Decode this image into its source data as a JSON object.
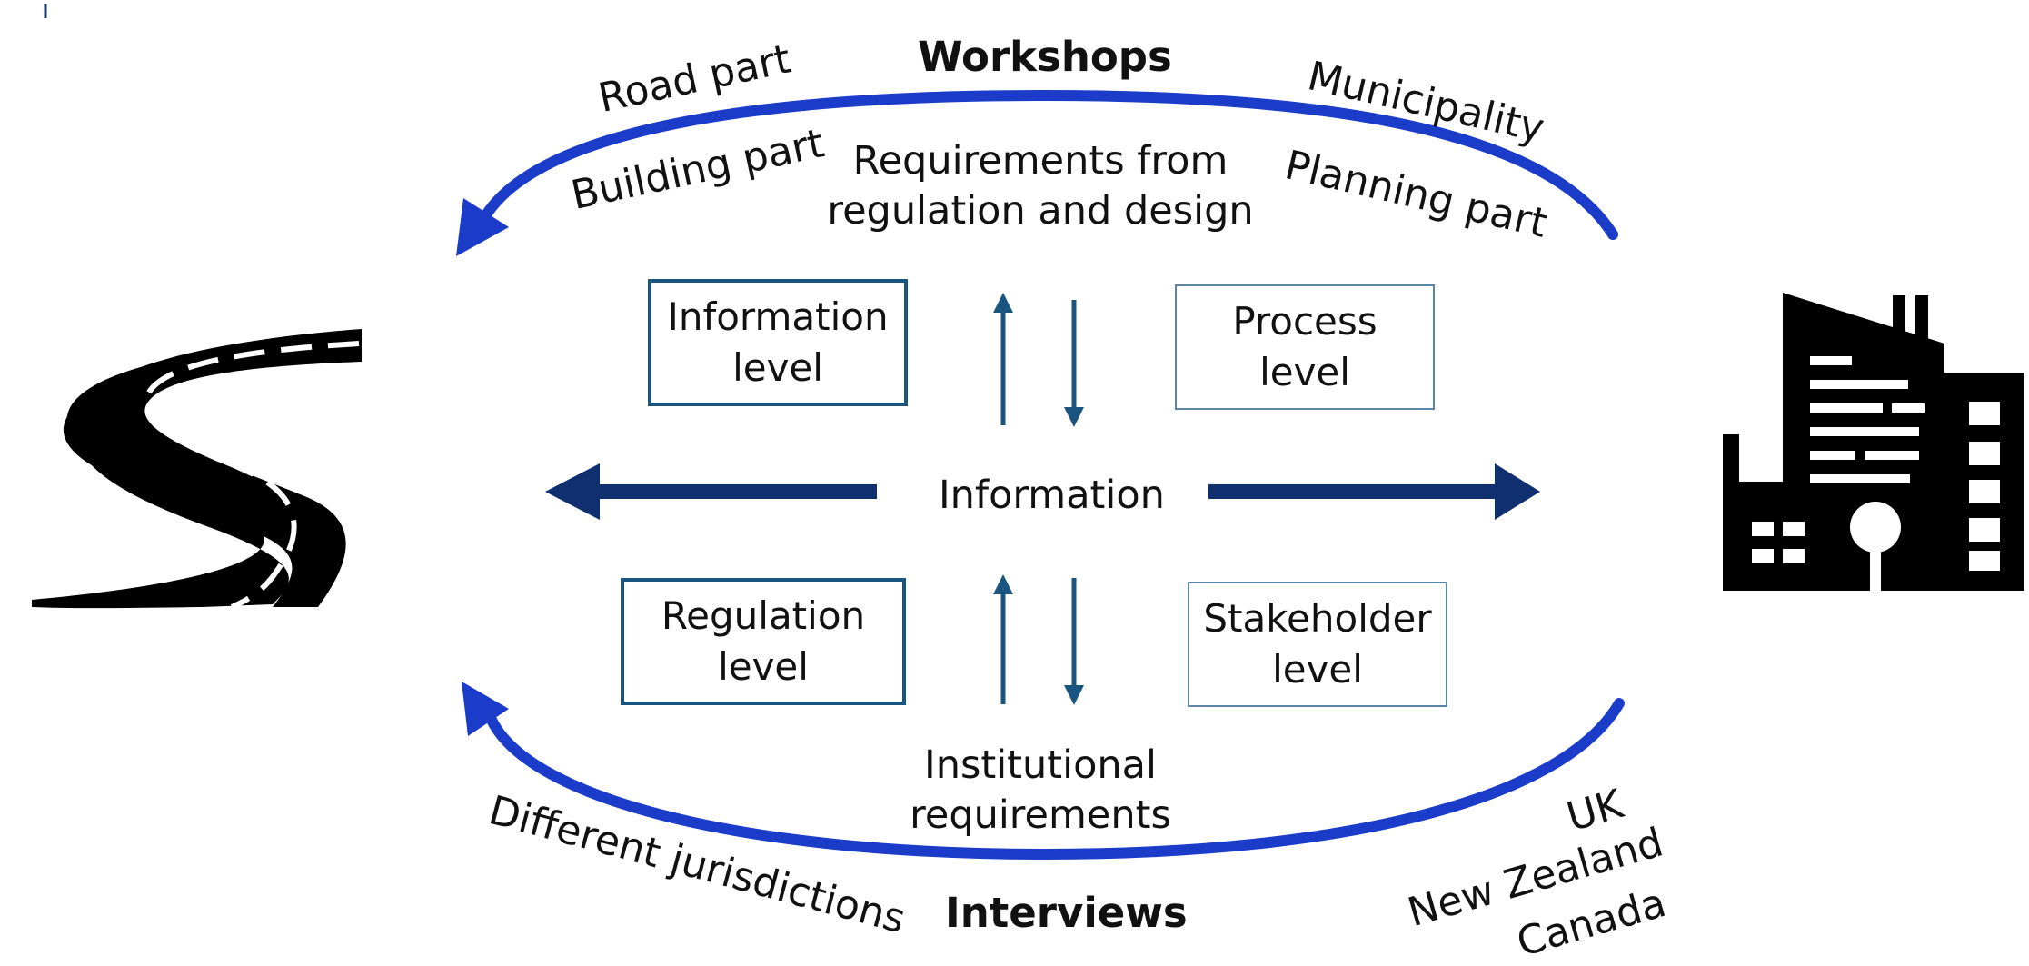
{
  "workshops": {
    "title": "Workshops",
    "road_part": "Road part",
    "building_part": "Building part",
    "municipality": "Municipality",
    "planning_part": "Planning part",
    "requirements_line1": "Requirements from",
    "requirements_line2": "regulation and design"
  },
  "levels": {
    "information": [
      "Information",
      "level"
    ],
    "process": [
      "Process",
      "level"
    ],
    "regulation": [
      "Regulation",
      "level"
    ],
    "stakeholder": [
      "Stakeholder",
      "level"
    ]
  },
  "center_label": "Information",
  "interviews": {
    "title": "Interviews",
    "different_jurisdictions": "Different jurisdictions",
    "institutional_line1": "Institutional",
    "institutional_line2": "requirements",
    "countries": [
      "UK",
      "New Zealand",
      "Canada"
    ]
  },
  "colors": {
    "cycle_arrow": "#1a3cc8",
    "flow_arrow": "#0f2f6e",
    "box_border": "#1a5580",
    "icon": "#000000"
  },
  "icons": {
    "left": "road-icon",
    "right": "building-icon"
  }
}
